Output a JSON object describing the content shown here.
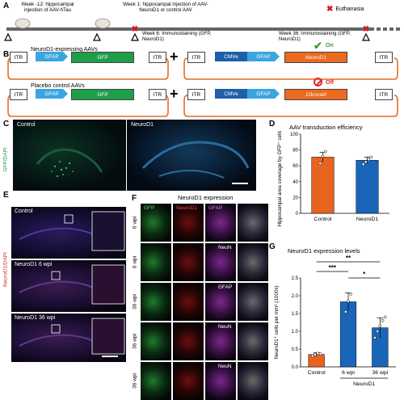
{
  "panels": {
    "a": "A",
    "b": "B",
    "c": "C",
    "d": "D",
    "e": "E",
    "f": "F",
    "g": "G"
  },
  "timeline": {
    "w12": "Week -12: hippocampal injection of AAV-hTau",
    "w1": "Week 1: hippocampal injection of AAV-NeuroD1 or control AAV",
    "euth": "Euthanasia",
    "w6": "Week 6: Immunostaining (GFP, NeuroD1)",
    "w36": "Week 36: Immunostaining (GFP, NeuroD1)"
  },
  "constructs": {
    "neuro_title": "NeuroD1-expressing AAVs",
    "placebo_title": "Placebo control AAVs",
    "itr": "ITR",
    "gfap": "GFAP",
    "gfp": "GFP",
    "cmve": "CMVe",
    "neurod1": "NeuroD1",
    "neurod1_rev": "NeuroD1",
    "on": "On",
    "off": "Off",
    "plus": "+"
  },
  "panel_c": {
    "control": "Control",
    "neurod1": "NeuroD1",
    "axis": "GFP/DAPI"
  },
  "panel_e": {
    "control": "Control",
    "wk6": "NeuroD1 6 wpi",
    "wk36": "NeuroD1 36 wpi",
    "axis": "NeuroD1/DAPI"
  },
  "panel_f": {
    "title": "NeuroD1 expression",
    "cols": [
      "GFP",
      "NeuroD1",
      "GFAP",
      ""
    ],
    "rows": [
      "6 wpi",
      "6 wpi",
      "36 wpi",
      "36 wpi",
      "36 wpi"
    ],
    "markers": [
      "",
      "NeuN",
      "GFAP",
      "NeuN",
      "NeuN"
    ]
  },
  "chart_data": [
    {
      "type": "bar",
      "title": "AAV transduction efficiency",
      "categories": [
        "Control",
        "NeuroD1"
      ],
      "values": [
        71,
        67
      ],
      "errors": [
        6,
        4
      ],
      "points": [
        [
          63,
          72,
          78
        ],
        [
          62,
          65,
          68,
          71
        ]
      ],
      "ylabel": "Hippocampal area coverage by GFP⁺ cells (%)",
      "ylim": [
        0,
        100
      ],
      "yticks": [
        0,
        20,
        40,
        60,
        80,
        100
      ],
      "colors": [
        "#e8631d",
        "#1a65b8"
      ]
    },
    {
      "type": "bar",
      "title": "NeuroD1 expression levels",
      "categories": [
        "Control",
        "6 wpi",
        "36 wpi"
      ],
      "group_label": "NeuroD1",
      "values": [
        0.35,
        1.83,
        1.1
      ],
      "errors": [
        0.05,
        0.25,
        0.28
      ],
      "points": [
        [
          0.31,
          0.34,
          0.38,
          0.36
        ],
        [
          1.55,
          1.85,
          2.05
        ],
        [
          0.82,
          1.0,
          1.15,
          1.3,
          1.4
        ]
      ],
      "ylabel": "NeuroD1⁺ cells per mm² (1000x)",
      "ylim": [
        0,
        2.5
      ],
      "yticks": [
        0.0,
        0.5,
        1.0,
        1.5,
        2.0,
        2.5
      ],
      "colors": [
        "#e8631d",
        "#1a65b8",
        "#1a65b8"
      ],
      "significance": [
        {
          "pair": [
            0,
            1
          ],
          "label": "***"
        },
        {
          "pair": [
            0,
            2
          ],
          "label": "**"
        },
        {
          "pair": [
            1,
            2
          ],
          "label": "*"
        }
      ]
    }
  ],
  "colors": {
    "gfap": "#3ba5df",
    "gfp": "#1f9e4a",
    "neuro": "#ec6a1e",
    "cmve": "#1e5fa8",
    "check": "#33a02c",
    "off": "#e0262a"
  }
}
